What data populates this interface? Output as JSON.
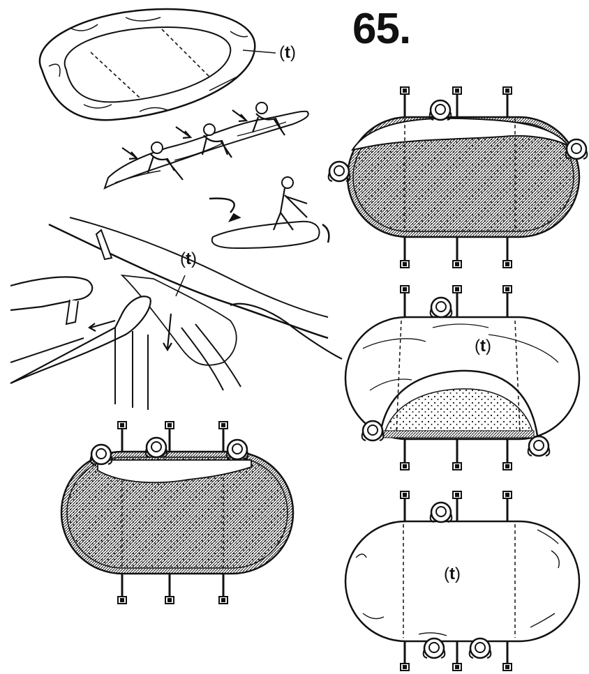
{
  "figure": {
    "step_number": "65.",
    "liner_label": "t"
  },
  "colors": {
    "ink": "#111111",
    "paper": "#ffffff"
  },
  "panels": [
    {
      "name": "folded-liner",
      "label": "t"
    },
    {
      "name": "workers-unrolling-liner"
    },
    {
      "name": "worker-unfolding-liner"
    },
    {
      "name": "hands-clipping-liner",
      "label": "t"
    },
    {
      "name": "pool-liner-stage-1"
    },
    {
      "name": "pool-liner-stage-2",
      "label": "t"
    },
    {
      "name": "pool-liner-stage-3"
    },
    {
      "name": "pool-liner-stage-4",
      "label": "t"
    }
  ]
}
